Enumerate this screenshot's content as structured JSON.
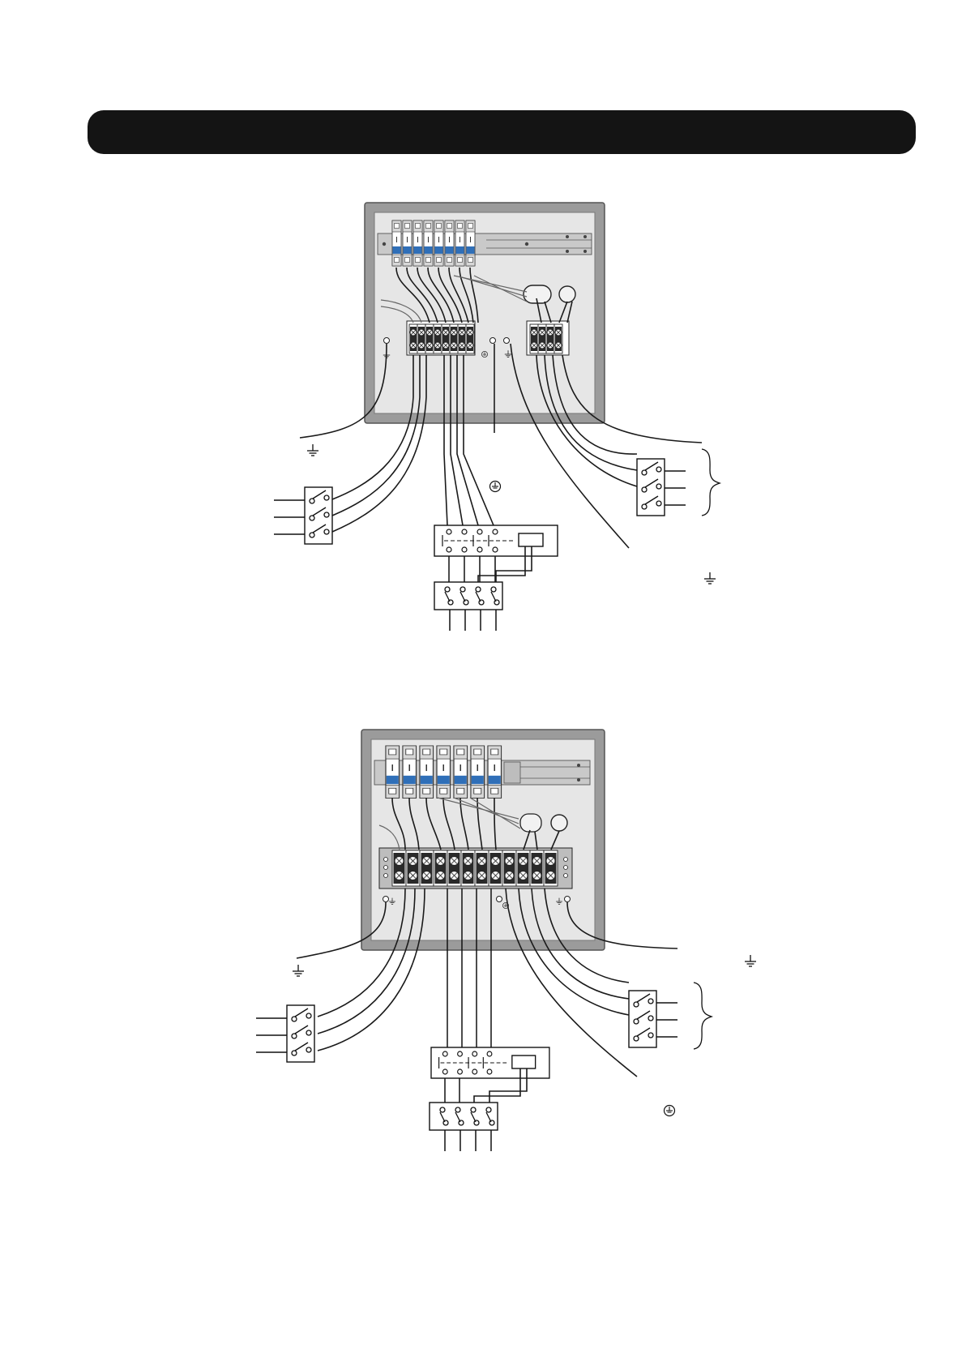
{
  "banner": {
    "title": ""
  },
  "colors": {
    "banner": "#141414",
    "cabinet_frame": "#9b9b9b",
    "cabinet_panel": "#e6e6e6",
    "breaker_handle": "#2f6fb8",
    "wire": "#1a1a1a"
  },
  "symbols": {
    "ground": "⏚",
    "protective_earth": "⏚"
  },
  "diagrams": [
    {
      "id": "top",
      "breakers": 8,
      "left_terminals": 8,
      "right_terminals": 4
    },
    {
      "id": "bottom",
      "breakers": 7,
      "left_terminals": 12,
      "right_terminals": 0
    }
  ],
  "footer": {
    "page_mark": ""
  }
}
